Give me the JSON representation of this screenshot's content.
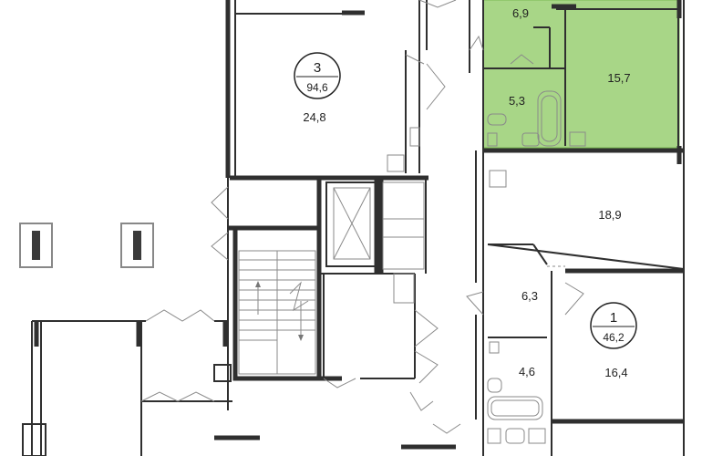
{
  "colors": {
    "highlight": "#a8d687",
    "highlight_stroke": "#7dbb55",
    "wall": "#2f2f2f"
  },
  "apartments": [
    {
      "number": "3",
      "total_area": "94,6"
    },
    {
      "number": "1",
      "total_area": "46,2"
    }
  ],
  "rooms": [
    {
      "area": "24,8"
    },
    {
      "area": "6,9"
    },
    {
      "area": "15,7"
    },
    {
      "area": "5,3"
    },
    {
      "area": "18,9"
    },
    {
      "area": "6,3"
    },
    {
      "area": "4,6"
    },
    {
      "area": "16,4"
    }
  ]
}
